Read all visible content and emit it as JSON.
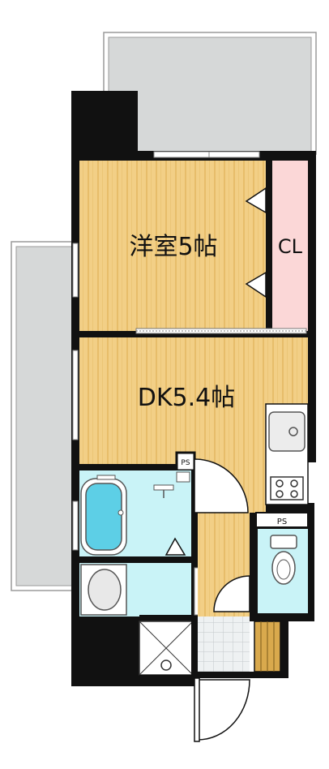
{
  "rooms": {
    "western": {
      "name": "洋室",
      "size": "5",
      "unit": "帖"
    },
    "dk": {
      "name": "DK",
      "size": "5.4",
      "unit": "帖"
    },
    "closet": "CL",
    "ps_top": "PS",
    "ps_toilet": "PS"
  },
  "colors": {
    "wall": "#111111",
    "floor_wood": "#f2cf86",
    "floor_stripe": "#e7bd6a",
    "wet_area": "#c9f3f7",
    "closet": "#fbd7d7",
    "balcony": "#d6d8d8",
    "tile": "#eef1f2"
  }
}
